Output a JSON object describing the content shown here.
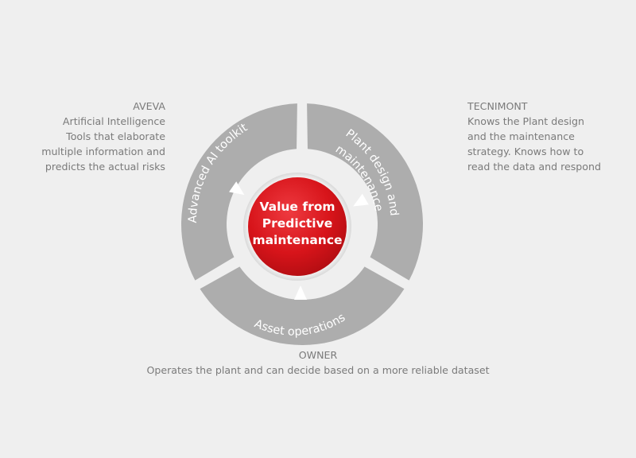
{
  "center": {
    "lines": [
      "Value from",
      "Predictive",
      "maintenance"
    ],
    "color": "#d7141a"
  },
  "segments": [
    {
      "id": "left",
      "label": "Advanced AI toolkit"
    },
    {
      "id": "right",
      "lines": [
        "Plant design and",
        "maintenance"
      ]
    },
    {
      "id": "bottom",
      "label": "Asset operations"
    }
  ],
  "notes": {
    "aveva": {
      "title": "AVEVA",
      "body": "Artificial Intelligence\nTools that elaborate\nmultiple information and\npredicts the actual risks"
    },
    "tecnimont": {
      "title": "TECNIMONT",
      "body": "Knows the Plant design\nand the maintenance\nstrategy. Knows how to\nread the data and respond"
    },
    "owner": {
      "title": "OWNER",
      "body": "Operates the plant and can decide based on a more reliable dataset"
    }
  },
  "colors": {
    "segment": "#adadad",
    "background": "#efefef",
    "text": "#7a7a7a"
  }
}
